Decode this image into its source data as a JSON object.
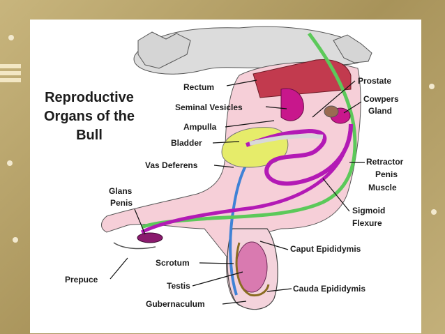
{
  "title_lines": [
    "Reproductive",
    "Organs of the",
    "Bull"
  ],
  "labels": {
    "rectum": "Rectum",
    "seminal_vesicles": "Seminal Vesicles",
    "ampulla": "Ampulla",
    "bladder": "Bladder",
    "vas_deferens": "Vas Deferens",
    "glans_penis_1": "Glans",
    "glans_penis_2": "Penis",
    "prepuce": "Prepuce",
    "scrotum": "Scrotum",
    "testis": "Testis",
    "gubernaculum": "Gubernaculum",
    "prostate": "Prostate",
    "cowpers_1": "Cowpers",
    "cowpers_2": "Gland",
    "retractor_1": "Retractor",
    "retractor_2": "Penis",
    "retractor_3": "Muscle",
    "sigmoid_1": "Sigmoid",
    "sigmoid_2": "Flexure",
    "caput_epididymis": "Caput Epididymis",
    "cauda_epididymis": "Cauda Epididymis"
  },
  "colors": {
    "rectum": "#c23a4e",
    "seminal": "#c8178c",
    "bladder": "#e6ec6a",
    "vas_deferens": "#3f82d6",
    "retractor": "#5cc95a",
    "sigmoid_outer": "#b31ab5",
    "tissue": "#f6cfd8",
    "testis": "#d97ab0",
    "bone": "#d8d8d8"
  }
}
